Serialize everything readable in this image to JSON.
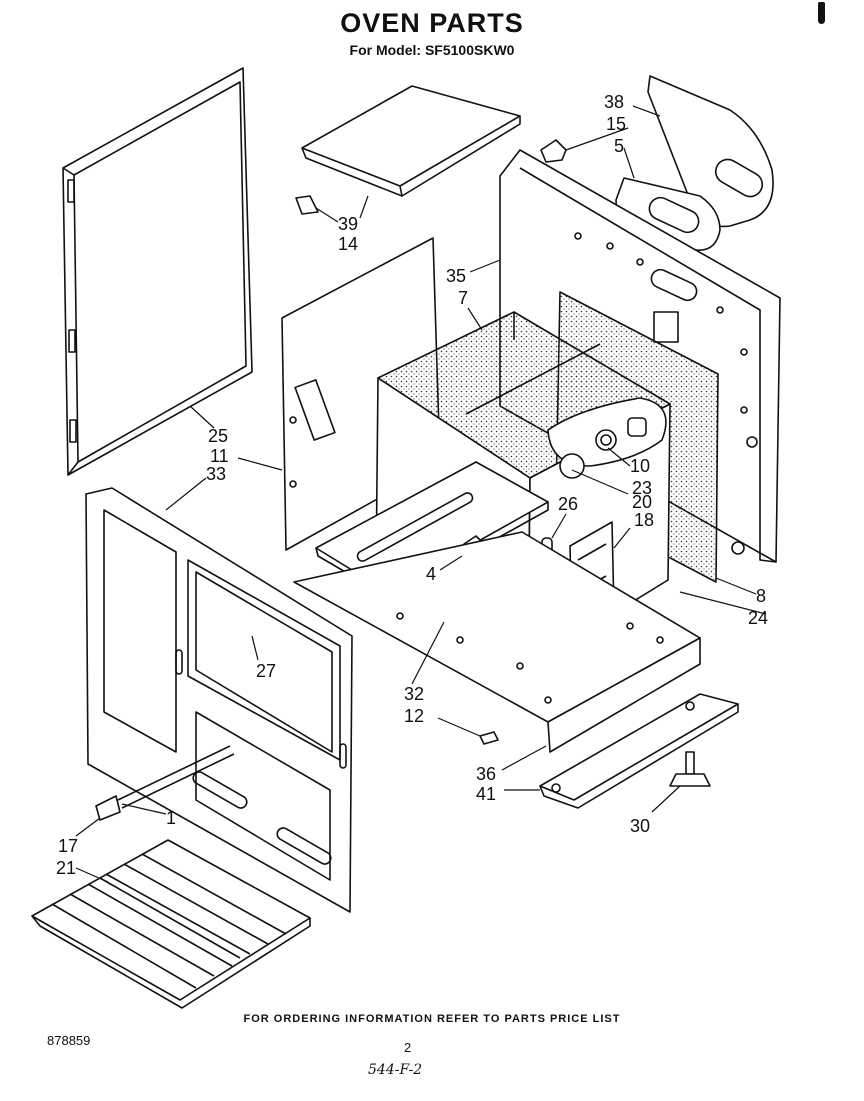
{
  "header": {
    "title": "OVEN PARTS",
    "model_line": "For Model: SF5100SKW0"
  },
  "callouts": {
    "c38": "38",
    "c15": "15",
    "c5": "5",
    "c39": "39",
    "c14": "14",
    "c35": "35",
    "c7": "7",
    "c25": "25",
    "c11": "11",
    "c33": "33",
    "c10": "10",
    "c23": "23",
    "c20": "20",
    "c26": "26",
    "c18": "18",
    "c4": "4",
    "c8": "8",
    "c24": "24",
    "c27": "27",
    "c32": "32",
    "c12": "12",
    "c36": "36",
    "c41": "41",
    "c30": "30",
    "c1": "1",
    "c17": "17",
    "c21": "21"
  },
  "footer": {
    "ordering_note": "FOR ORDERING INFORMATION REFER TO PARTS PRICE LIST",
    "doc_number": "878859",
    "page_number": "2",
    "handwritten": "544-F-2"
  }
}
